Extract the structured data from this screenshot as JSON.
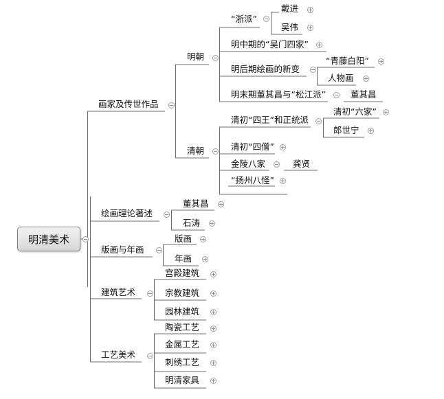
{
  "root": {
    "label": "明清美术"
  },
  "branches": {
    "b1": {
      "label": "画家及传世作品"
    },
    "ming": {
      "label": "明朝"
    },
    "zhepai": {
      "label": "“浙派”"
    },
    "daijin": {
      "label": "戴进"
    },
    "wuwei": {
      "label": "吴伟"
    },
    "wumen": {
      "label": "明中期的“吴门四家”"
    },
    "ming_late": {
      "label": "明后期绘画的新变"
    },
    "qingteng": {
      "label": "“青藤白阳”"
    },
    "renwu": {
      "label": "人物画"
    },
    "songjiang": {
      "label": "明末期董其昌与“松江派”"
    },
    "dong_sj": {
      "label": "董其昌"
    },
    "qing": {
      "label": "清朝"
    },
    "siwang": {
      "label": "清初“四王”和正统派"
    },
    "liujia": {
      "label": "清初“六家”"
    },
    "lang": {
      "label": "郎世宁"
    },
    "siseng": {
      "label": "清初“四僧”"
    },
    "jinling": {
      "label": "金陵八家"
    },
    "gongxian": {
      "label": "龚贤"
    },
    "yangzhou": {
      "label": "“扬州八怪”"
    },
    "b2": {
      "label": "绘画理论著述"
    },
    "dong": {
      "label": "董其昌"
    },
    "shitao": {
      "label": "石涛"
    },
    "b3": {
      "label": "版画与年画"
    },
    "banhua": {
      "label": "版画"
    },
    "nianhua": {
      "label": "年画"
    },
    "b4": {
      "label": "建筑艺术"
    },
    "gongdian": {
      "label": "宫殿建筑"
    },
    "zongjiao": {
      "label": "宗教建筑"
    },
    "yuanlin": {
      "label": "园林建筑"
    },
    "b5": {
      "label": "工艺美术"
    },
    "taoci": {
      "label": "陶瓷工艺"
    },
    "jinshu": {
      "label": "金属工艺"
    },
    "cixiu": {
      "label": "刺绣工艺"
    },
    "jiaju": {
      "label": "明清家具"
    }
  },
  "colors": {
    "line": "#6e6e6e",
    "control": "#9aa0a6"
  },
  "icons": {
    "collapse": "collapse-icon",
    "expand": "expand-icon"
  }
}
